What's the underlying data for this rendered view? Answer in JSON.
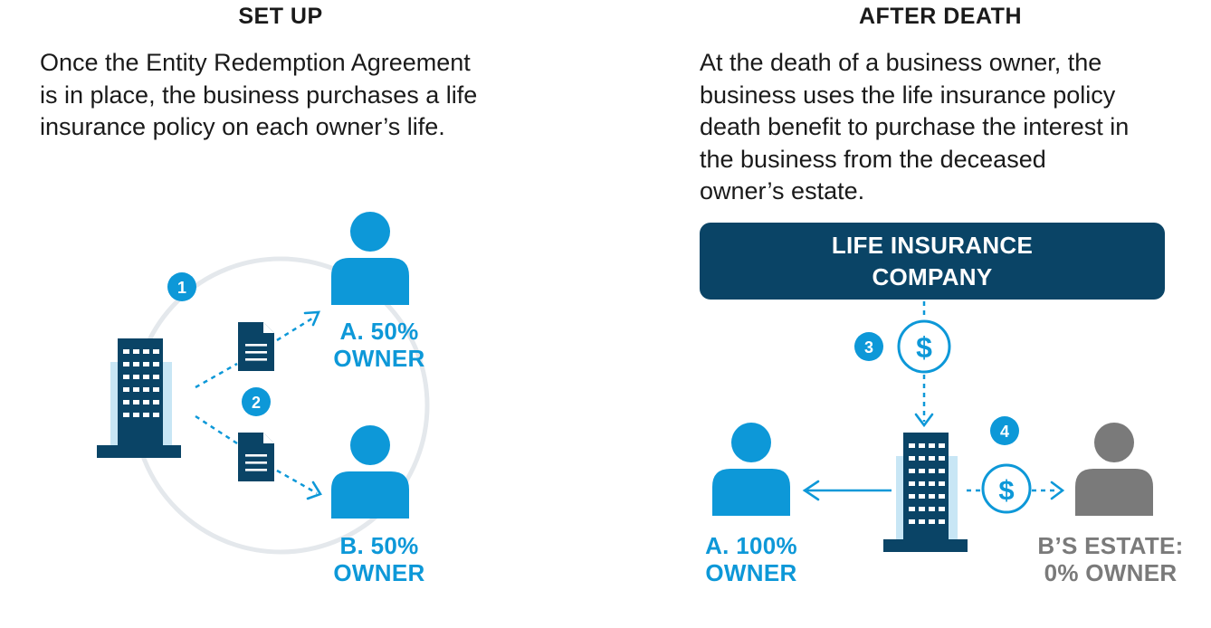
{
  "setup": {
    "title": "SET UP",
    "description": [
      "Once the Entity Redemption Agreement",
      "is in place, the business purchases a life",
      "insurance policy on each owner’s life."
    ],
    "step_1": "1",
    "step_2": "2",
    "owner_a": [
      "A. 50%",
      "OWNER"
    ],
    "owner_b": [
      "B. 50%",
      "OWNER"
    ]
  },
  "after_death": {
    "title": "AFTER DEATH",
    "description": [
      "At the death of a business owner, the",
      "business uses the life insurance policy",
      "death benefit to purchase the interest in",
      "the business from the deceased",
      "owner’s estate."
    ],
    "company": [
      "LIFE INSURANCE",
      "COMPANY"
    ],
    "step_3": "3",
    "step_4": "4",
    "currency_symbol": "$",
    "owner_a": [
      "A. 100%",
      "OWNER"
    ],
    "estate_b": [
      "B’S ESTATE:",
      "0% OWNER"
    ]
  },
  "colors": {
    "blue": "#0d98d8",
    "navy": "#0a4466",
    "light_blue": "#c8e6f5",
    "gray": "#7a7a7a",
    "circle_gray": "#e4e8ec"
  },
  "icons": [
    "building-icon",
    "document-icon",
    "person-icon",
    "dollar-icon",
    "arrow-icon"
  ]
}
